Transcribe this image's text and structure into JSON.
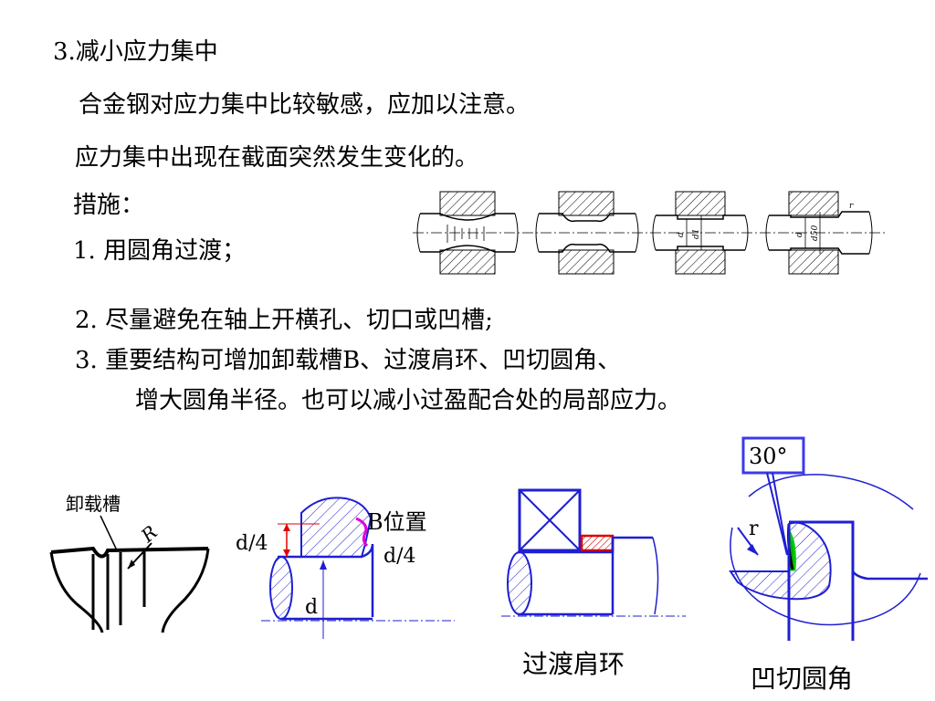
{
  "slide": {
    "heading": "3.减小应力集中",
    "line1": "合金钢对应力集中比较敏感，应加以注意。",
    "line2": "应力集中出现在截面突然发生变化的。",
    "line3": "措施：",
    "line4": "1. 用圆角过渡；",
    "line5": "2. 尽量避免在轴上开横孔、切口或凹槽;",
    "line6": "3. 重要结构可增加卸载槽B、过渡肩环、凹切圆角、",
    "line7": "增大圆角半径。也可以减小过盈配合处的局部应力。"
  },
  "figures": {
    "relief_groove": {
      "label": "卸载槽",
      "radius_label": "R"
    },
    "b_position": {
      "label_b": "B位置",
      "left_dim": "d/4",
      "right_dim": "d/4",
      "diameter": "d"
    },
    "shoulder_ring": {
      "caption": "过渡肩环"
    },
    "undercut_fillet": {
      "angle": "30°",
      "radius": "r",
      "caption": "凹切圆角"
    },
    "top_row": {
      "label_d": "d",
      "label_d1": "d1",
      "label_d50": "d50",
      "label_r": "r"
    }
  },
  "colors": {
    "blue": "#1f1fd2",
    "magenta": "#e000e0",
    "red": "#e00000",
    "green": "#00cc00"
  }
}
